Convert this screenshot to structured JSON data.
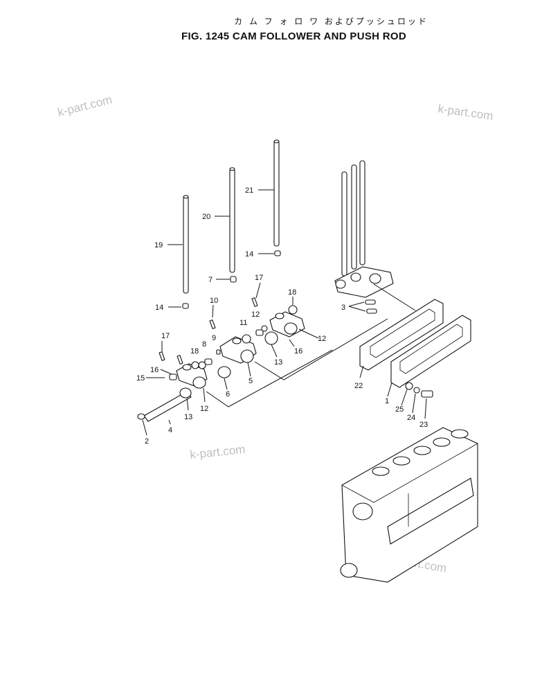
{
  "header": {
    "title_jp": "カ ム フ ォ ロ ワ およびプッシュロッド",
    "title_en": "FIG. 1245  CAM FOLLOWER AND PUSH ROD"
  },
  "watermarks": [
    "k-part.com",
    "k-part.com",
    "k-part.com",
    "k-part.com"
  ],
  "callouts": {
    "c1": "1",
    "c2": "2",
    "c3": "3",
    "c4": "4",
    "c5": "5",
    "c6": "6",
    "c7": "7",
    "c8": "8",
    "c9": "9",
    "c10": "10",
    "c11": "11",
    "c12a": "12",
    "c12b": "12",
    "c12c": "12",
    "c13a": "13",
    "c13b": "13",
    "c14a": "14",
    "c14b": "14",
    "c15": "15",
    "c16a": "16",
    "c16b": "16",
    "c17a": "17",
    "c17b": "17",
    "c18a": "18",
    "c18b": "18",
    "c19": "19",
    "c20": "20",
    "c21": "21",
    "c22": "22",
    "c23": "23",
    "c24": "24",
    "c25": "25"
  }
}
